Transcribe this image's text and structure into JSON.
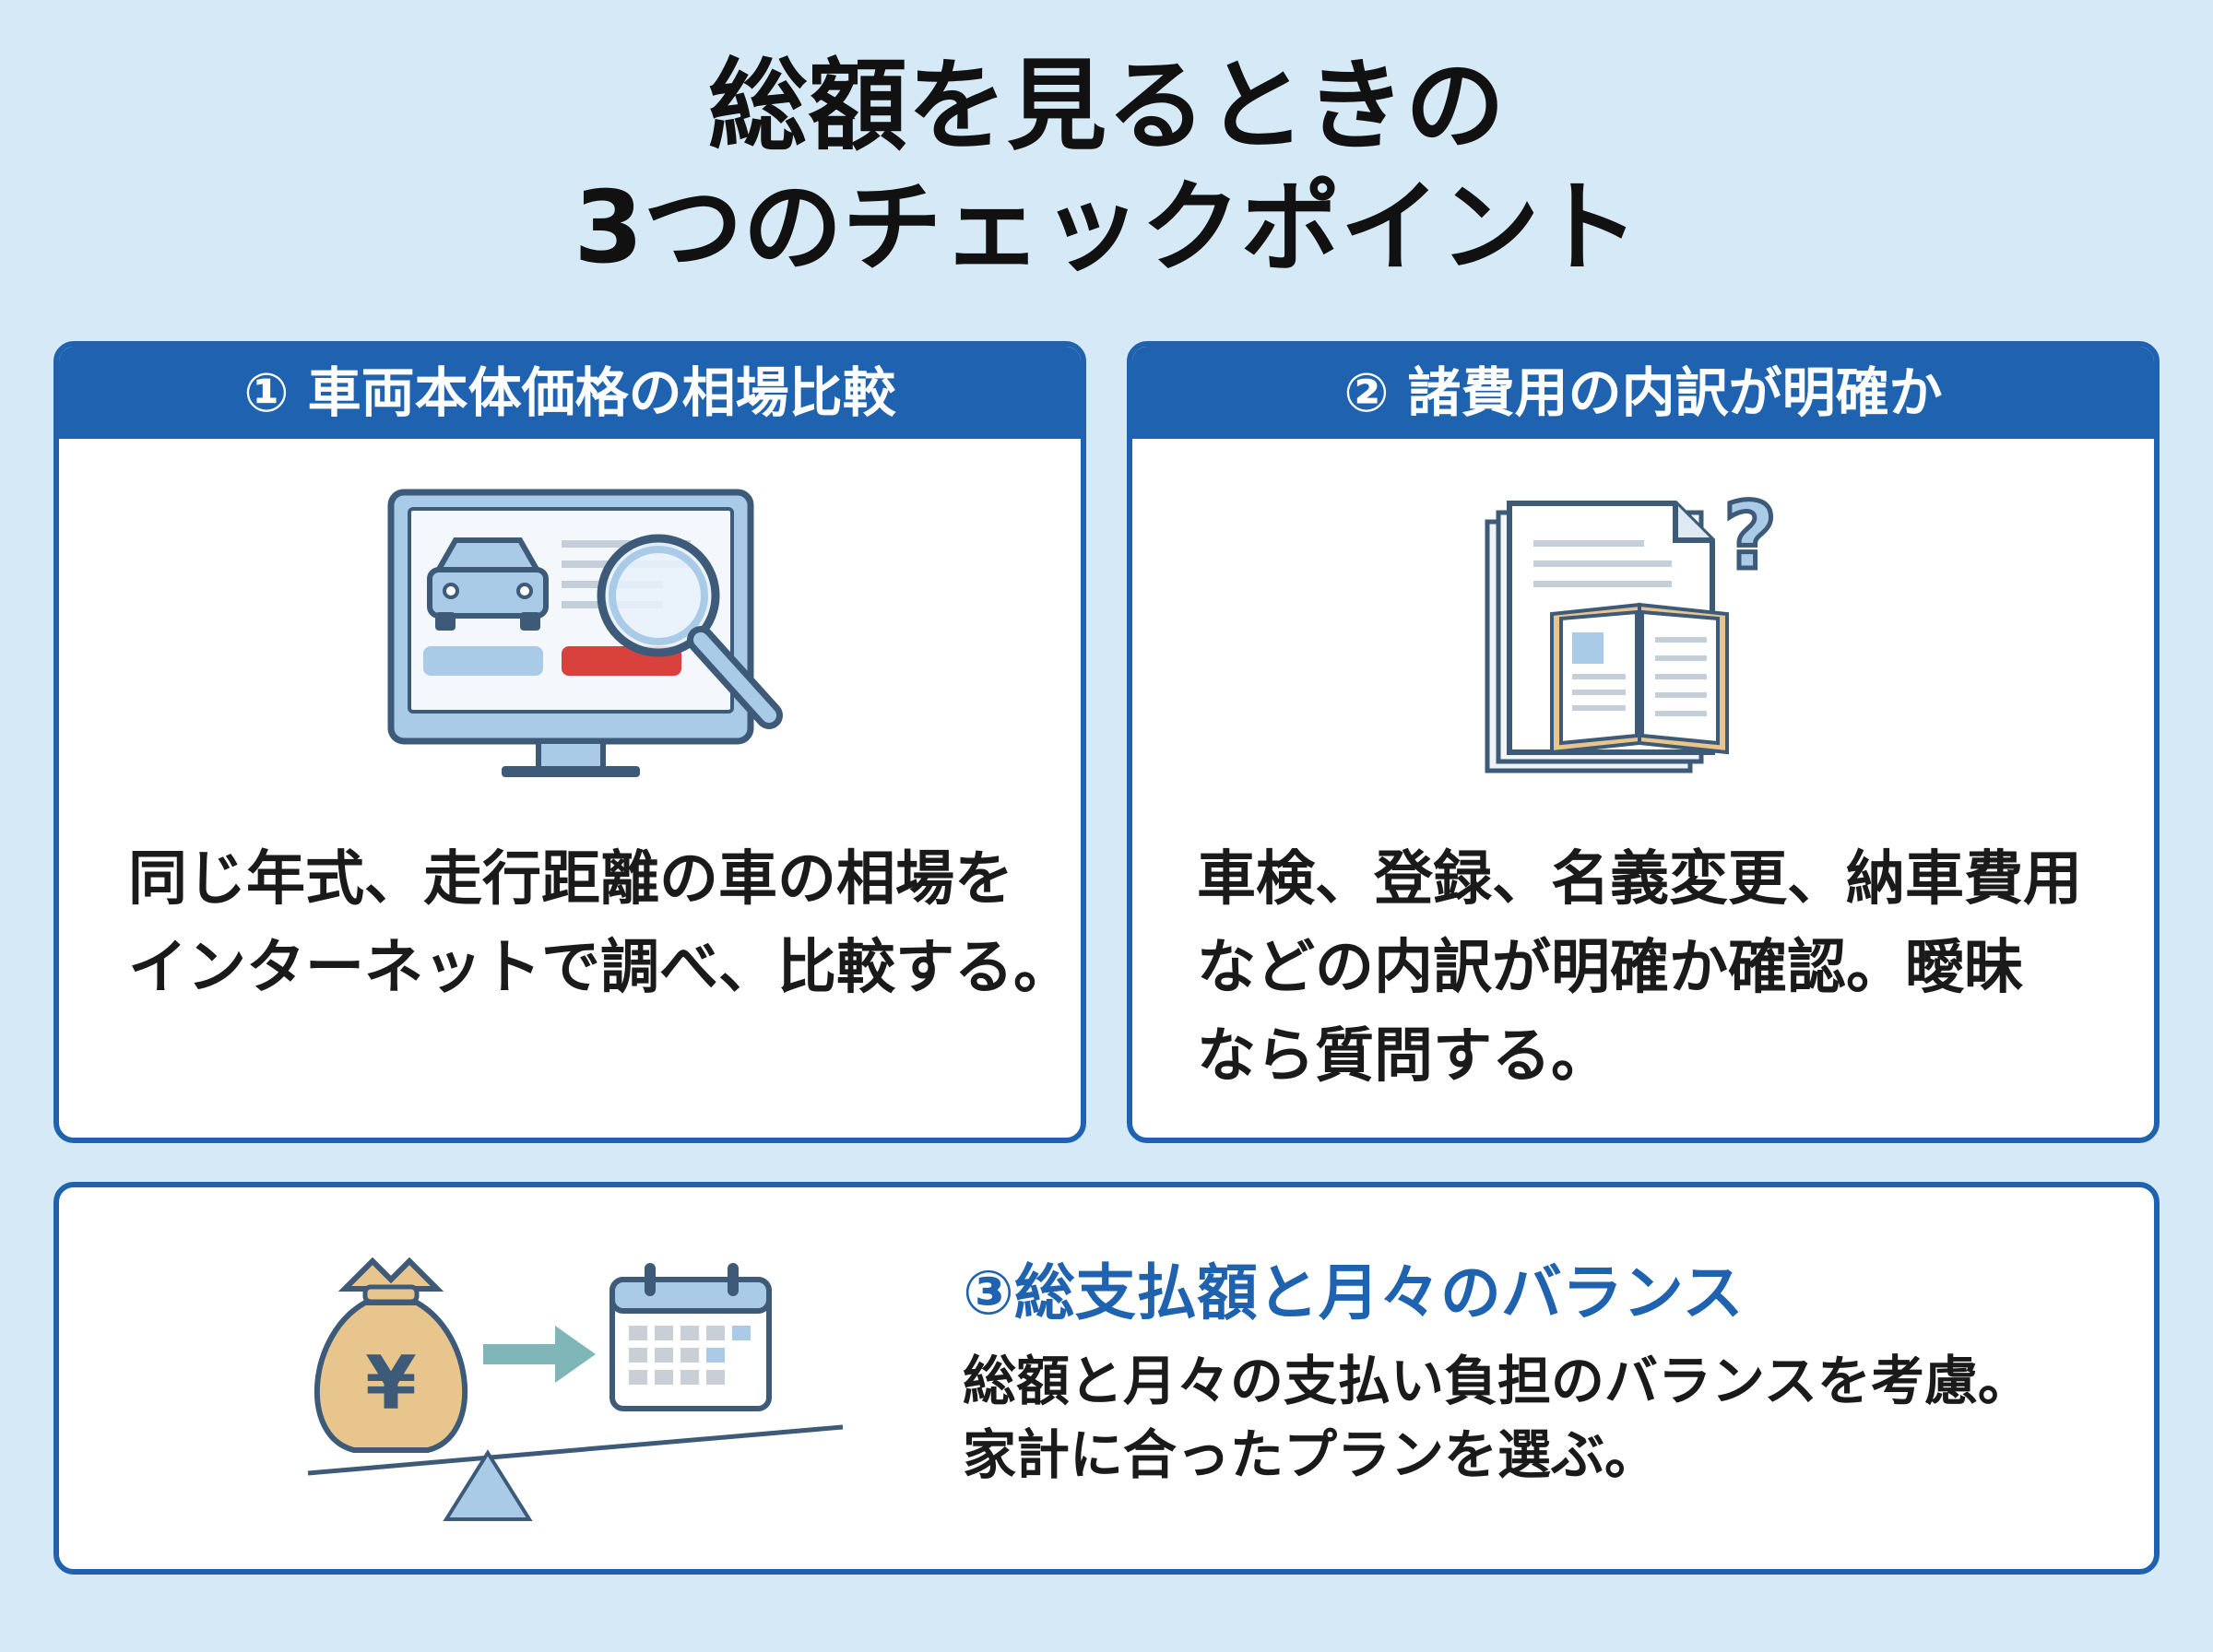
{
  "title": {
    "line1": "総額を見るときの",
    "line2": "3つのチェックポイント"
  },
  "cards": [
    {
      "header": "① 車両本体価格の相場比較",
      "icon": "monitor-search-icon",
      "body_lines": [
        "同じ年式、走行距離の車の相場を",
        "インターネットで調べ、比較する。"
      ]
    },
    {
      "header": "② 諸費用の内訳が明確か",
      "icon": "documents-question-icon",
      "body_lines": [
        "車検、登録、名義変更、納車費用",
        "などの内訳が明確か確認。曖昧",
        "なら質問する。"
      ]
    },
    {
      "header": "③総支払額と月々のバランス",
      "icon": "balance-money-calendar-icon",
      "body_lines": [
        "総額と月々の支払い負担のバランスを考慮。",
        "家計に合ったプランを選ぶ。"
      ]
    }
  ],
  "icon_labels": {
    "yen": "¥",
    "question": "?"
  },
  "colors": {
    "background": "#d6e9f6",
    "accent": "#1f63b0",
    "icon_stroke": "#3d5a78",
    "icon_fill": "#a9cbe8",
    "money_bag": "#e8c58c",
    "red_bar": "#d9413d",
    "teal_arrow": "#7fb6b8"
  }
}
